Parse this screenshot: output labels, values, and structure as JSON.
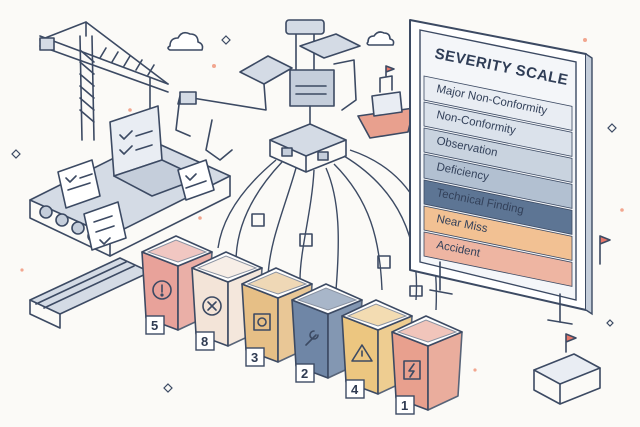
{
  "severity_scale": {
    "title": "SEVERITY SCALE",
    "levels": [
      {
        "label": "Major Non-Conformity",
        "color": "#e9edf3"
      },
      {
        "label": "Non-Conformity",
        "color": "#dbe2eb"
      },
      {
        "label": "Observation",
        "color": "#c9d3df"
      },
      {
        "label": "Deficiency",
        "color": "#b2c0d1"
      },
      {
        "label": "Technical Finding",
        "color": "#5d7594"
      },
      {
        "label": "Near Miss",
        "color": "#f2c193"
      },
      {
        "label": "Accident",
        "color": "#eeb5a2"
      }
    ]
  },
  "bins": [
    {
      "number": "5",
      "symbol": "exclamation-icon",
      "color": "#e8a29a"
    },
    {
      "number": "8",
      "symbol": "x-circle-icon",
      "color": "#f3e4d8"
    },
    {
      "number": "3",
      "symbol": "target-icon",
      "color": "#e6bf86"
    },
    {
      "number": "2",
      "symbol": "wrench-icon",
      "color": "#6f86a6"
    },
    {
      "number": "4",
      "symbol": "warning-triangle-icon",
      "color": "#ecc680"
    },
    {
      "number": "1",
      "symbol": "lightning-icon",
      "color": "#e8a08e"
    }
  ],
  "colors": {
    "line": "#3c4a63",
    "background": "#fbfaf7",
    "machine": "#d4dbe5",
    "accent_red": "#e8786a"
  }
}
